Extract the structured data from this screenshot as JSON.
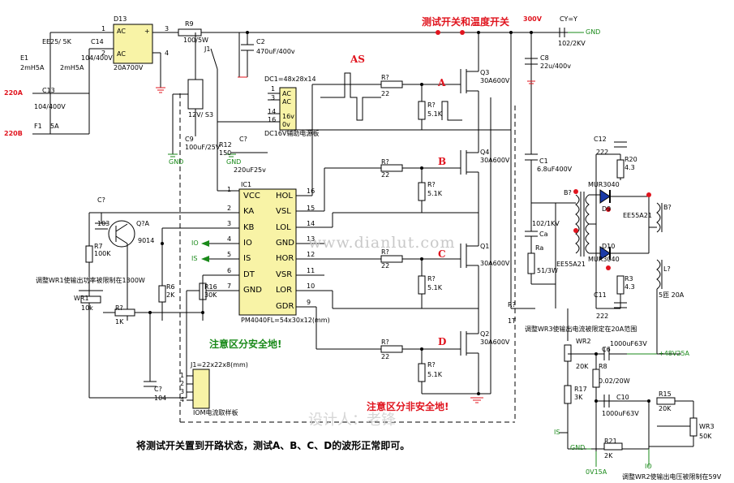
{
  "top_title": "测试开关和温度开关",
  "hv_labels": {
    "v300": "300V",
    "cy": "CY=Y",
    "cy_val": "102/2KV",
    "gnd": "GND"
  },
  "rectifier": {
    "name": "D13",
    "ac": "AC",
    "plus": "+",
    "part": "20A700V",
    "pin1": "1",
    "pin2": "2",
    "pin3": "3",
    "pin4": "4"
  },
  "filter": {
    "ee": "EE25/ 5K",
    "c14": "C14",
    "c14v": "104/400V",
    "c13": "C13",
    "c13v": "104/400V",
    "e1": "E1",
    "l1": "2mH5A",
    "l2": "2mH5A",
    "f1": "F1",
    "f1v": "5A",
    "v220a": "220A",
    "v220b": "220B"
  },
  "r9": {
    "name": "R9",
    "val": "100/5W"
  },
  "c2": {
    "name": "C2",
    "val": "470uF/400v"
  },
  "c8": {
    "name": "C8",
    "val": "22u/400v"
  },
  "j1": {
    "name": "J1",
    "relay": "12V/ S3"
  },
  "dc1": {
    "name": "DC1=48x28x14",
    "ac1": "AC",
    "ac2": "AC",
    "v16": "16v",
    "v0": "0v",
    "p1": "1",
    "p3": "3",
    "p14": "14",
    "p16": "16",
    "desc": "DC16V辅助电源板"
  },
  "c9": {
    "name": "C9",
    "val": "100uF/25V"
  },
  "r12": {
    "name": "R12",
    "val": "150"
  },
  "c7a": {
    "name": "C?",
    "val": "220uF25v"
  },
  "as_label": "AS",
  "gate_res": {
    "name": "R?",
    "val": "22"
  },
  "gs_res": {
    "name": "R?",
    "val": "5.1K"
  },
  "phases": {
    "a": "A",
    "b": "B",
    "c": "C",
    "d": "D"
  },
  "q3": {
    "name": "Q3",
    "val": "30A600V"
  },
  "q4": {
    "name": "Q4",
    "val": "30A600V"
  },
  "q1": {
    "name": "Q1",
    "val": "30A600V"
  },
  "q2": {
    "name": "Q2",
    "val": "30A600V"
  },
  "ic1": {
    "name": "IC1",
    "part": "PM4040FL=54x30x12(mm)",
    "left_pins": [
      {
        "num": "1",
        "name": "VCC"
      },
      {
        "num": "2",
        "name": "KA"
      },
      {
        "num": "3",
        "name": "KB"
      },
      {
        "num": "4",
        "name": "IO"
      },
      {
        "num": "5",
        "name": "IS"
      },
      {
        "num": "6",
        "name": "DT"
      },
      {
        "num": "7",
        "name": "GND"
      }
    ],
    "right_pins": [
      {
        "num": "16",
        "name": "HOL"
      },
      {
        "num": "15",
        "name": "VSL"
      },
      {
        "num": "14",
        "name": "LOL"
      },
      {
        "num": "13",
        "name": "GND"
      },
      {
        "num": "12",
        "name": "HOR"
      },
      {
        "num": "11",
        "name": "VSR"
      },
      {
        "num": "10",
        "name": "LOR"
      },
      {
        "num": "9",
        "name": "GDR"
      }
    ]
  },
  "left_net": {
    "io": "IO",
    "is": "IS",
    "gnd": "GND",
    "c7": "C?",
    "c7v": "103",
    "q7": "Q?A",
    "q7v": "9014",
    "r7": "R7",
    "r7v": "100K",
    "r6": "R6",
    "r6v": "2K",
    "r16": "R16",
    "r16v": "30K",
    "wr1": "WR1",
    "wr1v": "10k",
    "rq": "R?",
    "rqv": "1K",
    "c7b": "C?",
    "c7bv": "104"
  },
  "wr1_note": "调整WR1使输出功率被限制在1300W",
  "connector": {
    "name": "J1=22x22x8(mm)",
    "pins": [
      "1",
      "2",
      "3",
      "4"
    ],
    "desc": "IOM电流取样板"
  },
  "safe_note": "注意区分安全地!",
  "nonsafe_note": "注意区分非安全地!",
  "watermark": "www.dianlut.com",
  "author": "设计人：老锋",
  "bottom_note": "将测试开关置到开路状态，测试A、B、C、D的波形正常即可。",
  "output": {
    "c1": "C1",
    "c1v": "6.8uF400V",
    "ca": "Ca",
    "cav": "102/1KV",
    "ra": "Ra",
    "rav": "51/3W",
    "t_p": "B?",
    "t_core": "EE55A21",
    "c12": "C12",
    "c12v": "222",
    "r20": "R20",
    "r20v": "4.3",
    "d9": "D9",
    "d9v": "MUR3040",
    "d10": "D10",
    "d10v": "MUR3040",
    "ee55": "EE55A21",
    "b_out": "B?",
    "c11": "C11",
    "c11v": "222",
    "r3": "R3",
    "r3v": "4.3",
    "l": "L?",
    "lv": "5匝 20A",
    "r_ct": "R?",
    "r_ctv": "1T",
    "wr3_note": "调整WR3使输出电流被限定在20A范围",
    "wr2": "WR2",
    "wr2v": "20K",
    "c6": "C6",
    "c6v": "1000uF63V",
    "v48": "+48V25A",
    "r8": "R8",
    "r8v": "0.02/20W",
    "r17": "R17",
    "r17v": "3K",
    "c10": "C10",
    "c10v": "1000uF63V",
    "r15": "R15",
    "r15v": "20K",
    "wr3": "WR3",
    "wr3v": "50K",
    "is": "IS",
    "gnd": "GND",
    "r21": "R21",
    "r21v": "2K",
    "gnd_out": "0V15A",
    "io": "IO",
    "wr2_note": "调整WR2使输出电压被限制在59V"
  },
  "colors": {
    "red": "#e0141e",
    "green": "#1a8a1a",
    "ic_fill": "#f8f3a6"
  }
}
